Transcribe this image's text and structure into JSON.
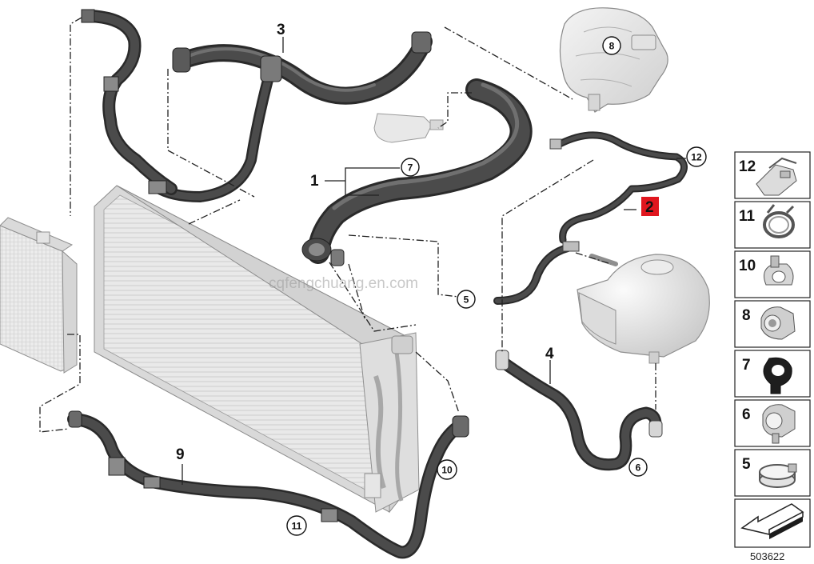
{
  "callouts": {
    "c1": "1",
    "c2": "2",
    "c3": "3",
    "c4": "4",
    "c5": "5",
    "c6": "6",
    "c7": "7",
    "c8": "8",
    "c9": "9",
    "c10": "10",
    "c11": "11",
    "c12": "12"
  },
  "highlighted_callout": "2",
  "highlight_color": "#e0161e",
  "watermark": "cqfengchuang.en.com",
  "legend": {
    "items": [
      {
        "number": "12",
        "icon": "hose-holder-clip-icon"
      },
      {
        "number": "11",
        "icon": "spring-band-clamp-icon"
      },
      {
        "number": "10",
        "icon": "hose-clip-icon"
      },
      {
        "number": "8",
        "icon": "quick-connector-icon"
      },
      {
        "number": "7",
        "icon": "retaining-clip-icon"
      },
      {
        "number": "6",
        "icon": "hose-clamp-icon"
      },
      {
        "number": "5",
        "icon": "band-clamp-icon"
      }
    ]
  },
  "diagram_number": "503622"
}
